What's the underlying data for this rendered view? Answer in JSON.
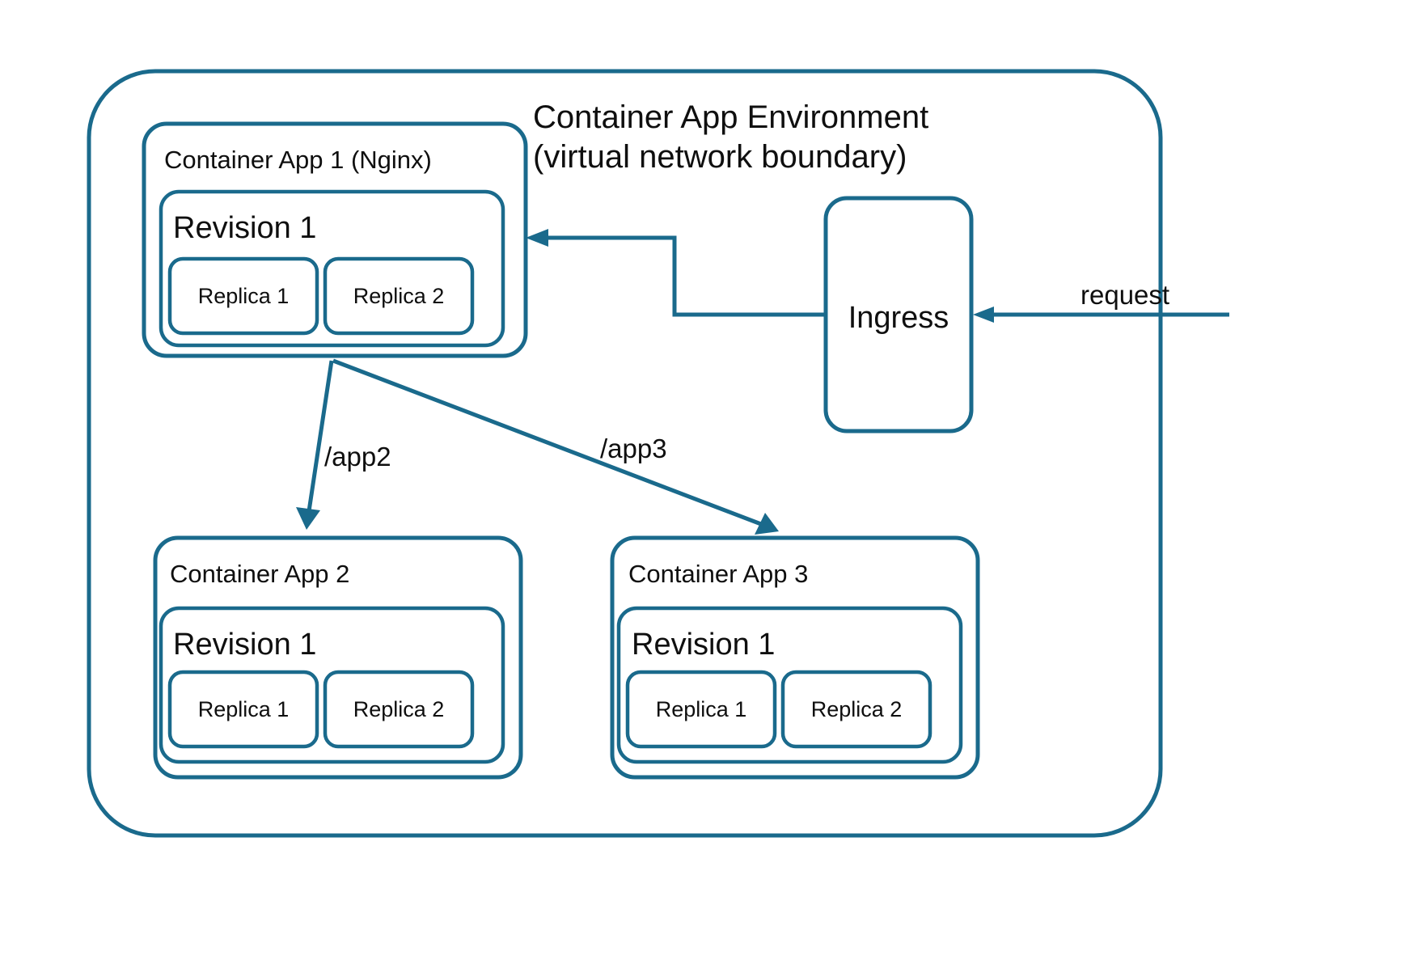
{
  "diagram": {
    "title_line1": "Container App Environment",
    "title_line2": "(virtual network boundary)",
    "accent_color": "#1A6A8C",
    "background_color": "#FFFFFF",
    "text_color": "#0F0F0F"
  },
  "environment": {
    "label_line1": "Container App Environment",
    "label_line2": "(virtual network boundary)"
  },
  "apps": [
    {
      "name": "Container App 1 (Nginx)",
      "revision": "Revision 1",
      "replicas": [
        "Replica 1",
        "Replica 2"
      ]
    },
    {
      "name": "Container App 2",
      "revision": "Revision 1",
      "replicas": [
        "Replica 1",
        "Replica 2"
      ]
    },
    {
      "name": "Container App 3",
      "revision": "Revision 1",
      "replicas": [
        "Replica 1",
        "Replica 2"
      ]
    }
  ],
  "ingress": {
    "label": "Ingress"
  },
  "connectors": [
    {
      "label": "request",
      "from": "external",
      "to": "ingress"
    },
    {
      "label": "",
      "from": "ingress",
      "to": "container-app-1"
    },
    {
      "label": "/app2",
      "from": "container-app-1",
      "to": "container-app-2"
    },
    {
      "label": "/app3",
      "from": "container-app-1",
      "to": "container-app-3"
    }
  ],
  "labels": {
    "request": "request",
    "app2_route": "/app2",
    "app3_route": "/app3"
  }
}
